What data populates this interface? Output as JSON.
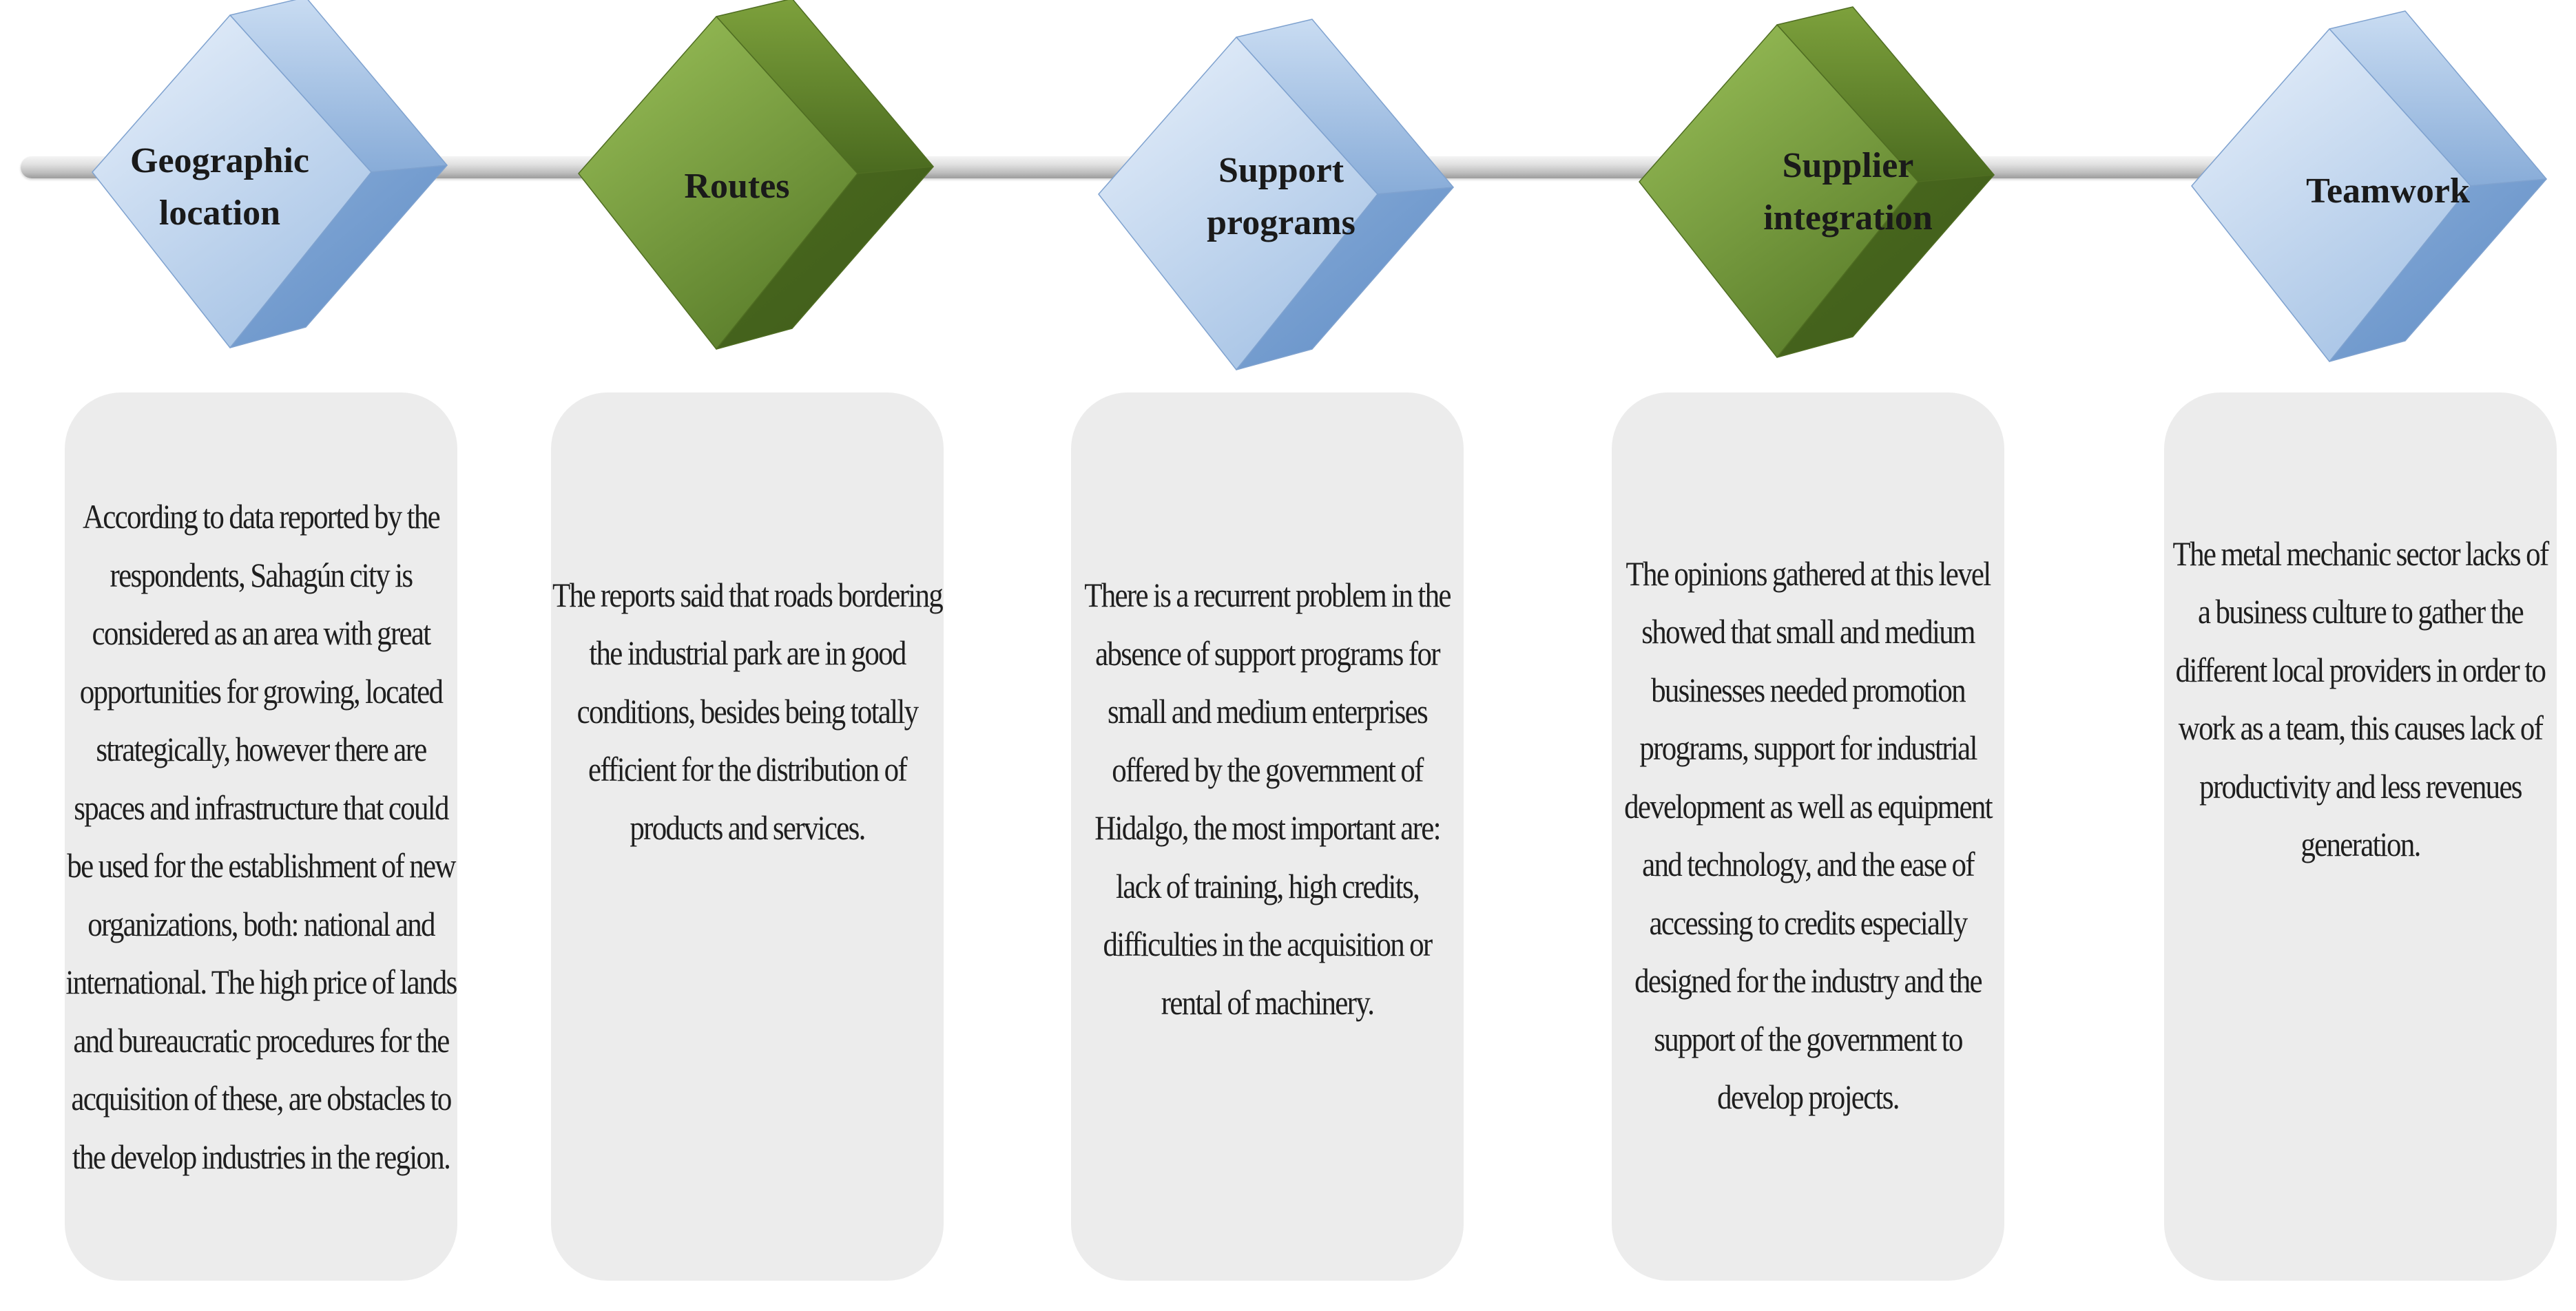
{
  "diagram": {
    "stages": [
      {
        "title": "Geographic\nlocation",
        "scheme": "blue",
        "description": "According to data reported by the respondents, Sahagún city is considered as an area with great opportunities for growing, located strategically, however there are spaces and infrastructure that could be used for the establishment of new organizations, both: national and international. The high price of lands and bureaucratic procedures for the acquisition of these, are obstacles to the develop industries in the region."
      },
      {
        "title": "Routes",
        "scheme": "green",
        "description": "The reports said that roads bordering the industrial park are in good conditions, besides being totally efficient for the distribution of products and services."
      },
      {
        "title": "Support\nprograms",
        "scheme": "blue",
        "description": "There is a recurrent problem in the absence of support programs for small and medium enterprises offered by the government of Hidalgo, the most important are: lack of training, high credits, difficulties in the acquisition or rental of machinery."
      },
      {
        "title": "Supplier\nintegration",
        "scheme": "green",
        "description": "The opinions gathered at this level showed that small and medium businesses needed promotion programs, support for industrial development as well as equipment and technology, and the ease of accessing to credits especially designed for the industry and the support of the government to develop projects."
      },
      {
        "title": "Teamwork",
        "scheme": "blue",
        "description": "The metal mechanic sector lacks of a business culture to gather the different local providers in order to work as a team, this causes lack of productivity and less revenues generation."
      }
    ]
  },
  "colors": {
    "blue": {
      "front_top": "#e9f1fb",
      "front_bottom": "#a9c5e6",
      "right_top": "#c9dcf2",
      "right_bottom": "#88acd8",
      "bottom_face": "#5f8cc5",
      "edge": "#7fa2cf"
    },
    "green": {
      "front_top": "#9cc25a",
      "front_bottom": "#5c7f2c",
      "right_top": "#7da13c",
      "right_bottom": "#4a6a1f",
      "bottom_face": "#3f5b19",
      "edge": "#4f6d22"
    },
    "card_background": "#ececec",
    "connector": "#cfcfcf"
  }
}
